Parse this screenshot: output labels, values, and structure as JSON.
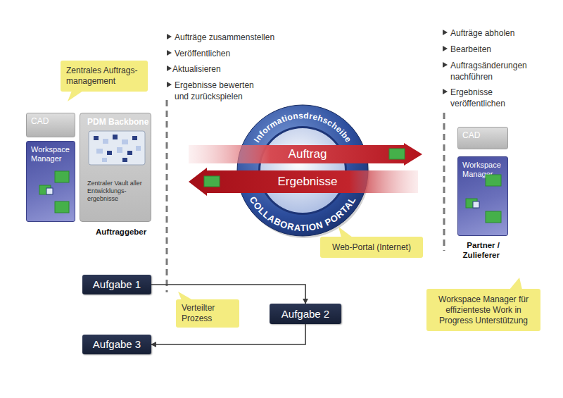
{
  "diagram": {
    "nodes": [
      {
        "text": [
          "Zentrales Auftrags- management"
        ]
      },
      {
        "text": [
          "CAD"
        ]
      },
      {
        "text": [
          "Workspace Manager"
        ]
      },
      {
        "text": [
          "PDM Backbone",
          "Zentraler Vault aller Entwicklungs- ergebnisse"
        ]
      },
      {
        "text": [
          "Informationsdrehscheibe",
          "COLLABORATION PORTAL"
        ]
      },
      {
        "text": [
          "Auftrag"
        ]
      },
      {
        "text": [
          "Ergebnisse"
        ]
      },
      {
        "text": [
          "Web-Portal (Internet)"
        ]
      },
      {
        "text": [
          "CAD"
        ]
      },
      {
        "text": [
          "Workspace Manager"
        ]
      },
      {
        "text": [
          "Workspace Manager für effizienteste Work in Progress Unterstützung"
        ]
      },
      {
        "text": [
          "Aufgabe 1"
        ]
      },
      {
        "text": [
          "Verteilter Prozess"
        ]
      },
      {
        "text": [
          "Aufgabe 2"
        ]
      },
      {
        "text": [
          "Aufgabe 3"
        ]
      }
    ],
    "edges": [
      {
        "from": 11,
        "to": 13,
        "arrow": "to"
      },
      {
        "from": 13,
        "to": 14,
        "arrow": "to"
      }
    ],
    "labels": [
      "Aufträge zusammenstellen",
      "Veröffentlichen",
      "Aktualisieren",
      "Ergebnisse bewerten und zurückspielen",
      "Auftraggeber",
      "Aufträge abholen",
      "Bearbeiten",
      "Auftragsänderungen nachführen",
      "Ergebnisse veröffentlichen",
      "Partner / Zulieferer"
    ]
  }
}
